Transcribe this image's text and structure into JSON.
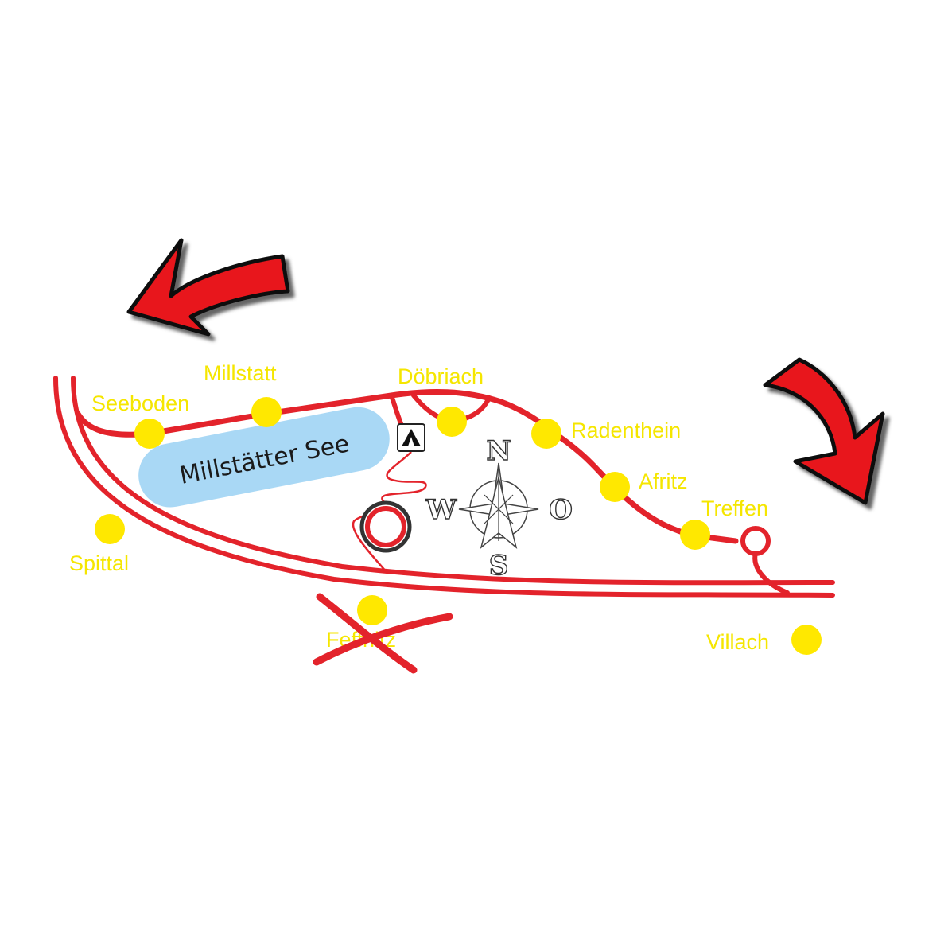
{
  "map": {
    "lake": {
      "name": "Millstätter See",
      "color": "#a9d8f5"
    },
    "towns": [
      {
        "id": "seeboden",
        "label": "Seeboden",
        "crossed_out": false
      },
      {
        "id": "millstatt",
        "label": "Millstatt",
        "crossed_out": false
      },
      {
        "id": "doebriach",
        "label": "Döbriach",
        "crossed_out": false
      },
      {
        "id": "radenthein",
        "label": "Radenthein",
        "crossed_out": false
      },
      {
        "id": "afritz",
        "label": "Afritz",
        "crossed_out": false
      },
      {
        "id": "treffen",
        "label": "Treffen",
        "crossed_out": false
      },
      {
        "id": "spittal",
        "label": "Spittal",
        "crossed_out": false
      },
      {
        "id": "feldkirchen",
        "label": "Feffnitz",
        "crossed_out": true
      },
      {
        "id": "villach",
        "label": "Villach",
        "crossed_out": false
      }
    ],
    "compass": {
      "north": "N",
      "south": "S",
      "west": "W",
      "east": "O"
    },
    "icons": {
      "camping": "campsite-tent-icon",
      "direction_left": "curved-arrow-left-icon",
      "direction_right": "curved-arrow-down-right-icon",
      "marker": "location-circle-icon",
      "cross": "cross-out-icon"
    },
    "colors": {
      "road": "#e3232b",
      "town_dot": "#ffe800",
      "town_label": "#f5e600",
      "arrow": "#e8171c"
    }
  }
}
